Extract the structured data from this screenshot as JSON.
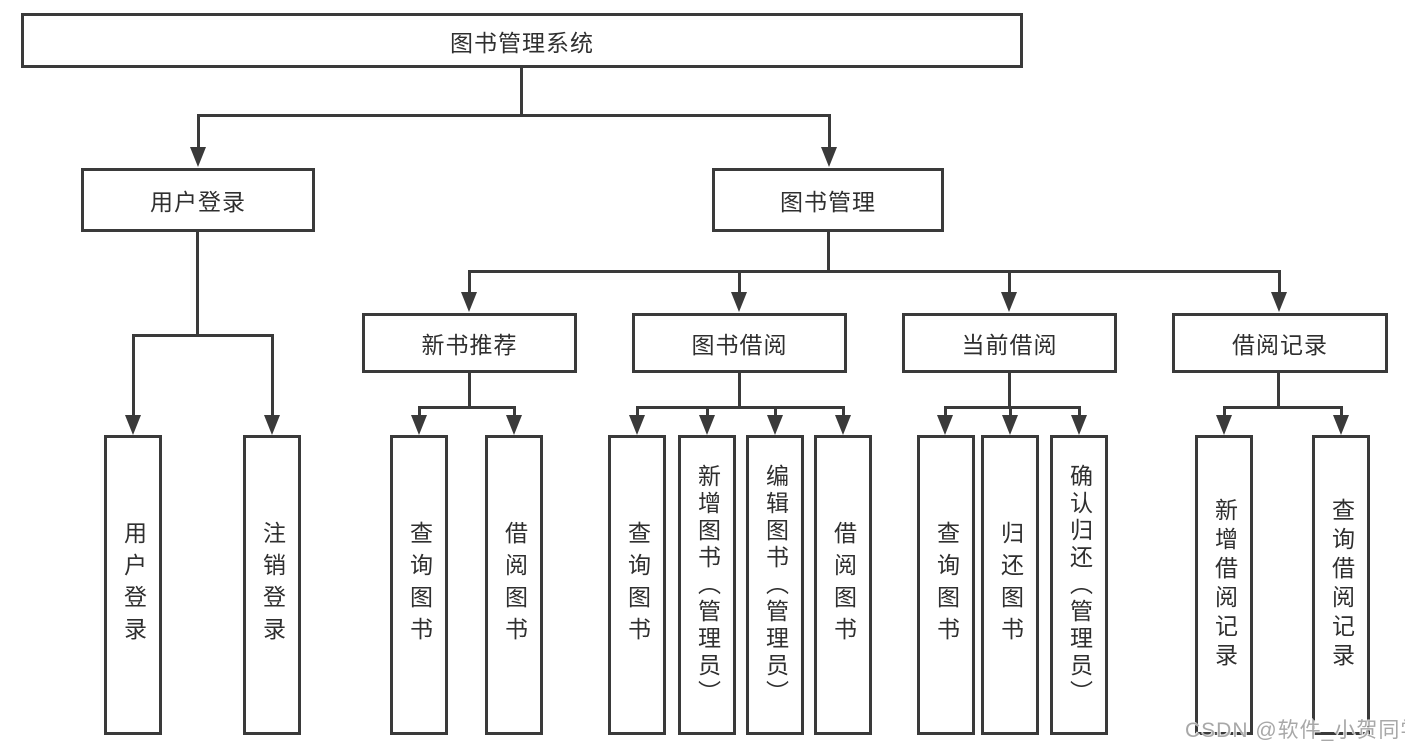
{
  "tree": {
    "root": {
      "label": "图书管理系统",
      "children": [
        {
          "label": "用户登录",
          "children": [
            {
              "label": "用户登录"
            },
            {
              "label": "注销登录"
            }
          ]
        },
        {
          "label": "图书管理",
          "children": [
            {
              "label": "新书推荐",
              "children": [
                {
                  "label": "查询图书"
                },
                {
                  "label": "借阅图书"
                }
              ]
            },
            {
              "label": "图书借阅",
              "children": [
                {
                  "label": "查询图书"
                },
                {
                  "label": "新增图书（管理员）"
                },
                {
                  "label": "编辑图书（管理员）"
                },
                {
                  "label": "借阅图书"
                }
              ]
            },
            {
              "label": "当前借阅",
              "children": [
                {
                  "label": "查询图书"
                },
                {
                  "label": "归还图书"
                },
                {
                  "label": "确认归还（管理员）"
                }
              ]
            },
            {
              "label": "借阅记录",
              "children": [
                {
                  "label": "新增借阅记录"
                },
                {
                  "label": "查询借阅记录"
                }
              ]
            }
          ]
        }
      ]
    }
  },
  "watermark": {
    "text": "CSDN @软件_小贺同学"
  },
  "colors": {
    "line": "#3a3a3a",
    "text": "#2f2f2f",
    "watermark": "#a8a8a8",
    "background": "#ffffff"
  }
}
